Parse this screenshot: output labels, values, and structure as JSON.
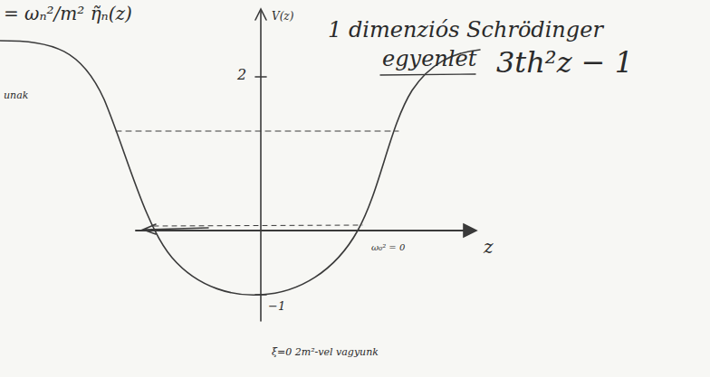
{
  "diagram": {
    "labels": [
      "= ωₙ²/m² η̃ₙ(z)",
      "V(z)",
      "1 dimenziós Schrödinger",
      "egyenlet",
      "3th²z − 1",
      "2",
      "−1",
      "z",
      "ω₀² = 0",
      "ξ=0  2m²-vel vagyunk",
      "unak"
    ]
  }
}
